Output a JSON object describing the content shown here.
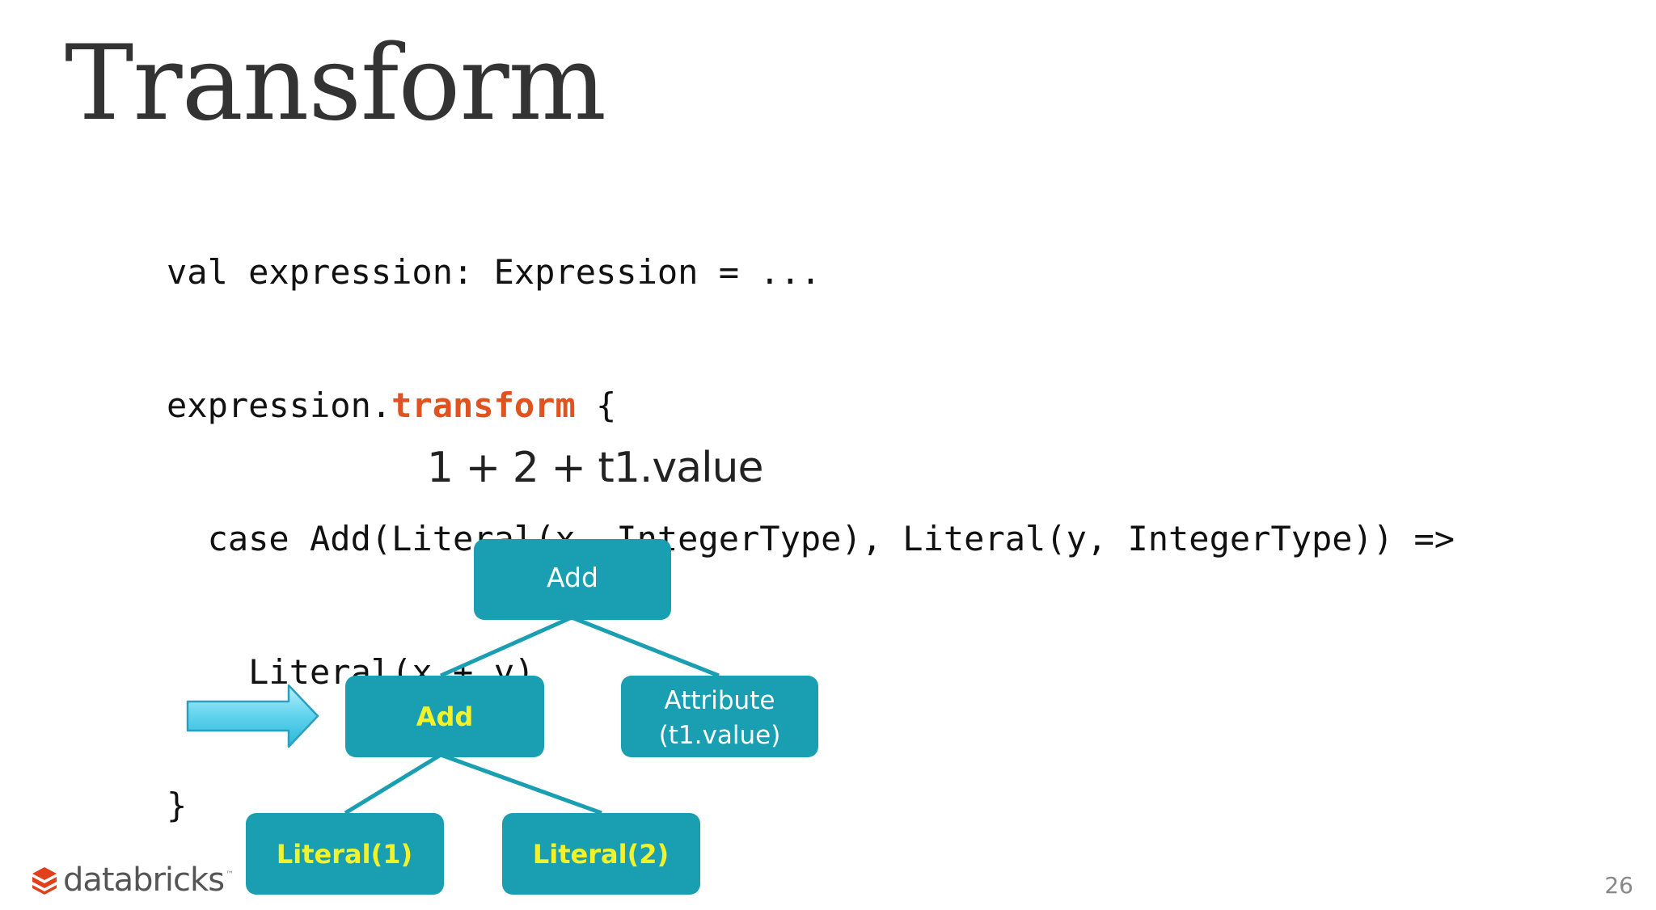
{
  "slide": {
    "title": "Transform",
    "page_number": "26"
  },
  "code": {
    "line1": "val expression: Expression = ...",
    "line2_prefix": "expression.",
    "line2_keyword": "transform",
    "line2_suffix": " {",
    "line3": "  case Add(Literal(x, IntegerType), Literal(y, IntegerType)) =>",
    "line4": "    Literal(x + y)",
    "line5": "}"
  },
  "diagram": {
    "expression": "1 + 2 + t1.value",
    "nodes": {
      "root": {
        "label": "Add"
      },
      "left": {
        "label": "Add"
      },
      "right": {
        "line1": "Attribute",
        "line2": "(t1.value)"
      },
      "literal1": {
        "label": "Literal(1)"
      },
      "literal2": {
        "label": "Literal(2)"
      }
    },
    "colors": {
      "node_fill": "#1a9fb2",
      "highlight_text": "#f2f22a",
      "edge": "#1a9fb2",
      "arrow_fill": "#6fd9f0"
    }
  },
  "brand": {
    "logo_text": "databricks",
    "logo_tm": "™",
    "logo_color": "#e0401c"
  }
}
